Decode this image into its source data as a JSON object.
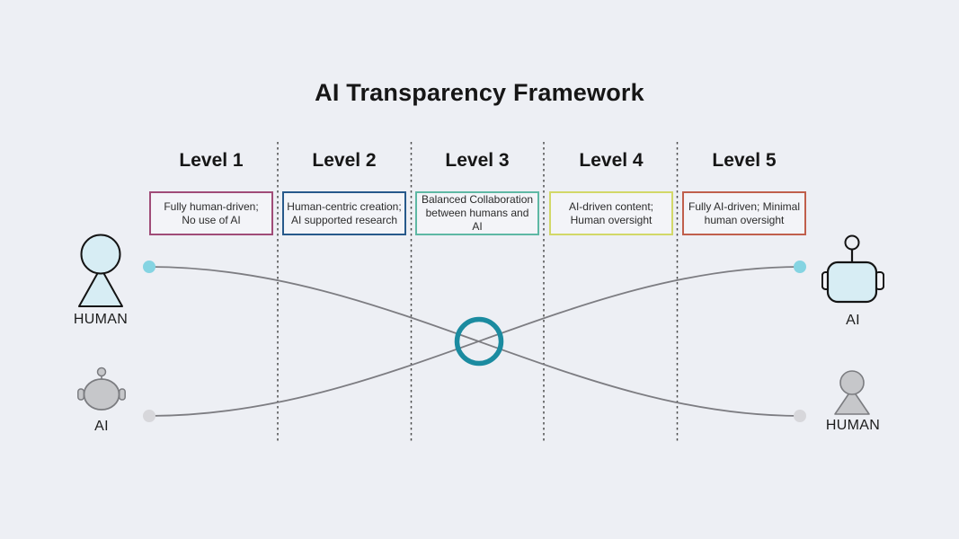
{
  "title": "AI Transparency Framework",
  "levels": [
    {
      "label": "Level 1",
      "line1": "Fully human-driven;",
      "line2": "No use of AI"
    },
    {
      "label": "Level 2",
      "line1": "Human-centric creation;",
      "line2": "AI supported research"
    },
    {
      "label": "Level 3",
      "line1": "Balanced Collaboration",
      "line2": "between humans and AI"
    },
    {
      "label": "Level 4",
      "line1": "AI-driven content;",
      "line2": "Human oversight"
    },
    {
      "label": "Level 5",
      "line1": "Fully AI-driven; Minimal",
      "line2": "human oversight"
    }
  ],
  "actors": {
    "left_top": {
      "label": "HUMAN"
    },
    "left_bottom": {
      "label": "AI"
    },
    "right_top": {
      "label": "AI"
    },
    "right_bottom": {
      "label": "HUMAN"
    }
  },
  "colors": {
    "background": "#edeff4",
    "box_fill": "#f3f4f8",
    "text_dark": "#161616",
    "level1_border": "#a04c78",
    "level2_border": "#27598b",
    "level3_border": "#5eb8a4",
    "level4_border": "#d2d868",
    "level5_border": "#c05f4c",
    "ring": "#1b8ba0",
    "curve": "#7d7d82",
    "dashed_line": "#4d4d4d",
    "dot_cyan": "#85d4e2",
    "dot_gray": "#d7d7db",
    "icon_blue": "#d7edf4",
    "icon_gray": "#c6c7ca",
    "icon_gray_stroke": "#7b7c80",
    "icon_black_stroke": "#141414"
  }
}
